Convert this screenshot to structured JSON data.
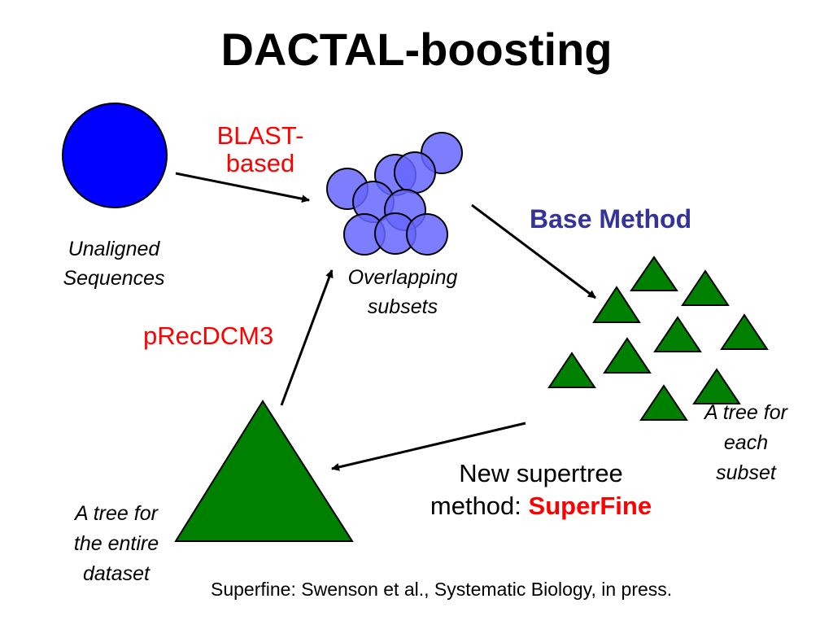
{
  "title": "DACTAL-boosting",
  "labels": {
    "blast_line1": "BLAST-",
    "blast_line2": "based",
    "base_method": "Base Method",
    "unaligned_line1": "Unaligned",
    "unaligned_line2": "Sequences",
    "overlapping_line1": "Overlapping",
    "overlapping_line2": "subsets",
    "precdcm3": "pRecDCM3",
    "tree_each_line1": "A tree for",
    "tree_each_line2": "each",
    "tree_each_line3": "subset",
    "tree_entire_line1": "A tree for",
    "tree_entire_line2": "the entire",
    "tree_entire_line3": "dataset",
    "supertree_line1": "New supertree",
    "supertree_line2_prefix": "method: ",
    "supertree_line2_emph": "SuperFine",
    "citation": "Superfine: Swenson et al., Systematic Biology, in press."
  },
  "colors": {
    "sequence_blue": "#0000ff",
    "subset_blue": "#6666ff",
    "tree_green": "#008000",
    "emphasis_red": "#ff0000",
    "heading_blue": "#333399"
  }
}
